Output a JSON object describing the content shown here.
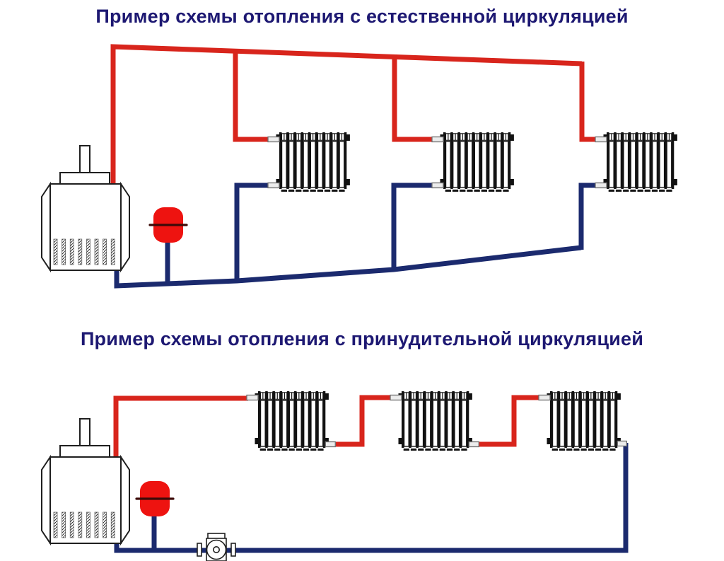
{
  "figure": {
    "type": "heating-system-diagrams",
    "language": "ru"
  },
  "colors": {
    "background": "#ffffff",
    "supply_pipe_red": "#d8251c",
    "return_pipe_blue": "#1b2a6e",
    "expansion_tank_red": "#ee1310",
    "title_navy": "#1d1872",
    "component_outline": "#1f1f1f"
  },
  "schemes": [
    {
      "id": "natural-circulation",
      "title": "Пример схемы отопления с естественной циркуляцией",
      "circulation": "естественная",
      "components": {
        "boiler": 1,
        "radiators": 3,
        "expansion_tank": 1,
        "pump": 0
      }
    },
    {
      "id": "forced-circulation",
      "title": "Пример схемы отопления с принудительной циркуляцией",
      "circulation": "принудительная",
      "components": {
        "boiler": 1,
        "radiators": 3,
        "expansion_tank": 1,
        "pump": 1
      }
    }
  ]
}
